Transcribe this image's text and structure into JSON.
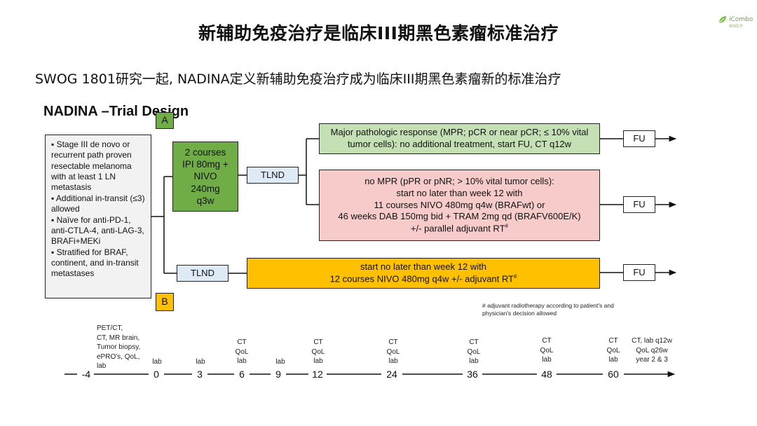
{
  "title": "新辅助免疫治疗是临床III期黑色素瘤标准治疗",
  "subtitle": "SWOG 1801研究一起, NADINA定义新辅助免疫治疗成为临床III期黑色素瘤新的标准治疗",
  "logo": {
    "text": "iCombo",
    "sub": "精准医学",
    "icon": "leaf-icon"
  },
  "design_title": "NADINA –Trial Design",
  "criteria": [
    "▪ Stage III de novo or recurrent path proven resectable melanoma with at least 1 LN metastasis",
    "▪ Additional in-transit (≤3) allowed",
    "▪ Naïve for anti-PD-1, anti-CTLA-4, anti-LAG-3, BRAFi+MEKi",
    "▪ Stratified for BRAF, continent, and in-transit metastases"
  ],
  "arm_a": {
    "tag": "A",
    "treatment": [
      "2 courses",
      "IPI 80mg +",
      "NIVO",
      "240mg",
      "q3w"
    ],
    "tlnd": "TLND",
    "mpr": [
      "Major pathologic response (MPR; pCR or near pCR; ≤ 10% vital",
      "tumor cells): no additional treatment, start FU, CT q12w"
    ],
    "no_mpr": [
      "no MPR (pPR or pNR; > 10% vital tumor cells):",
      "start no later than week 12 with",
      "11 courses NIVO 480mg q4w (BRAFwt) or",
      "46 weeks DAB 150mg bid + TRAM 2mg qd (BRAFV600E/K)",
      "+/- parallel adjuvant RT"
    ],
    "fu1": "FU",
    "fu2": "FU"
  },
  "arm_b": {
    "tag": "B",
    "tlnd": "TLND",
    "adjuvant": [
      "start no later than week 12 with",
      "12 courses NIVO 480mg q4w +/- adjuvant RT"
    ],
    "fu": "FU"
  },
  "footnote_mark": "#",
  "footnote": "#  adjuvant radiotherapy according to patient's and physician's decision allowed",
  "timeline": {
    "weeks": [
      "-4",
      "0",
      "3",
      "6",
      "9",
      "12",
      "24",
      "36",
      "48",
      "60"
    ],
    "labels": [
      "PET/CT,\nCT, MR brain,\nTumor biopsy,\nePRO's, QoL,\nlab",
      "lab",
      "lab",
      "CT\nQoL\nlab",
      "lab",
      "CT\nQoL\nlab",
      "CT\nQoL\nlab",
      "CT\nQoL\nlab",
      "CT\nQoL\nlab",
      "CT\nQoL\nlab"
    ],
    "end_label": "CT, lab q12w\nQoL q26w\nyear 2 & 3"
  }
}
